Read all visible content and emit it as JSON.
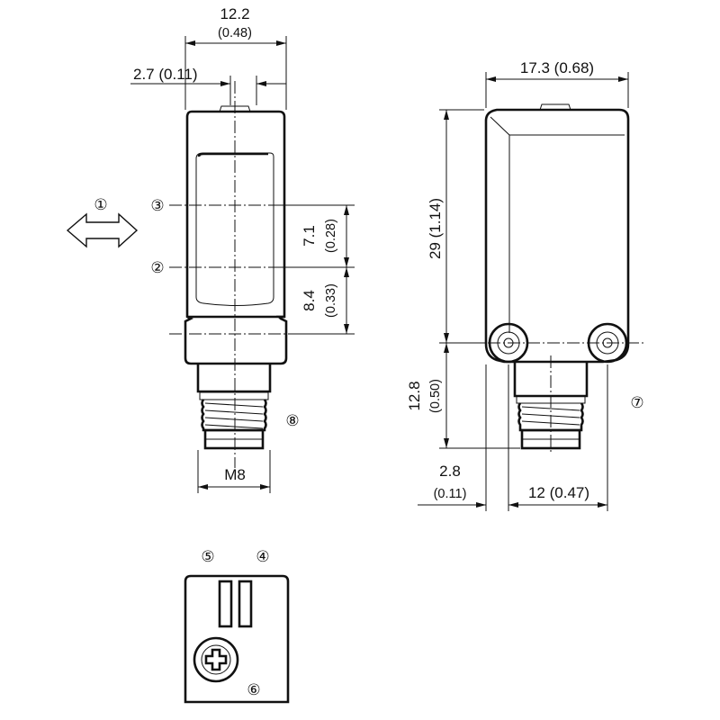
{
  "dimensions": {
    "front_width": "12.2",
    "front_width_in": "(0.48)",
    "lens_offset": "2.7 (0.11)",
    "axis_spacing": "7.1",
    "axis_spacing_in": "(0.28)",
    "axis_to_mount": "8.4",
    "axis_to_mount_in": "(0.33)",
    "connector_thread": "M8",
    "side_depth": "17.3 (0.68)",
    "housing_height": "29 (1.14)",
    "connector_length": "12.8",
    "connector_length_in": "(0.50)",
    "connector_offset": "2.8",
    "connector_offset_in": "(0.11)",
    "hole_spacing": "12 (0.47)"
  },
  "callouts": {
    "c1": "①",
    "c2": "②",
    "c3": "③",
    "c4": "④",
    "c5": "⑤",
    "c6": "⑥",
    "c7": "⑦",
    "c8": "⑧"
  }
}
